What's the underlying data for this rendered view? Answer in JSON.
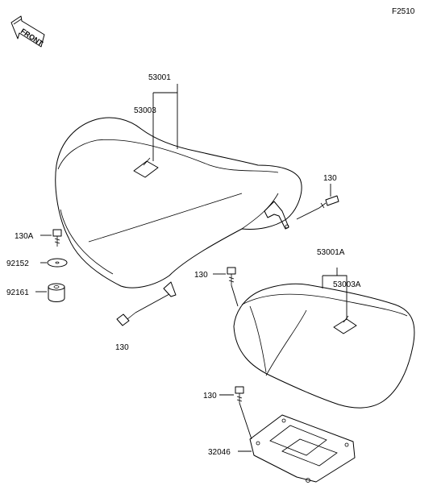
{
  "diagram": {
    "code": "F2510",
    "front_label": "FRONT",
    "labels": {
      "seat_front": "53001",
      "seat_front_sub": "53003",
      "seat_rear": "53001A",
      "seat_rear_sub": "53003A",
      "bolt_right": "130",
      "bolt_left_top": "130A",
      "washer": "92152",
      "damper": "92161",
      "bolt_front_low": "130",
      "bolt_rear_top": "130",
      "bolt_rear_low": "130",
      "bracket": "32046"
    }
  }
}
